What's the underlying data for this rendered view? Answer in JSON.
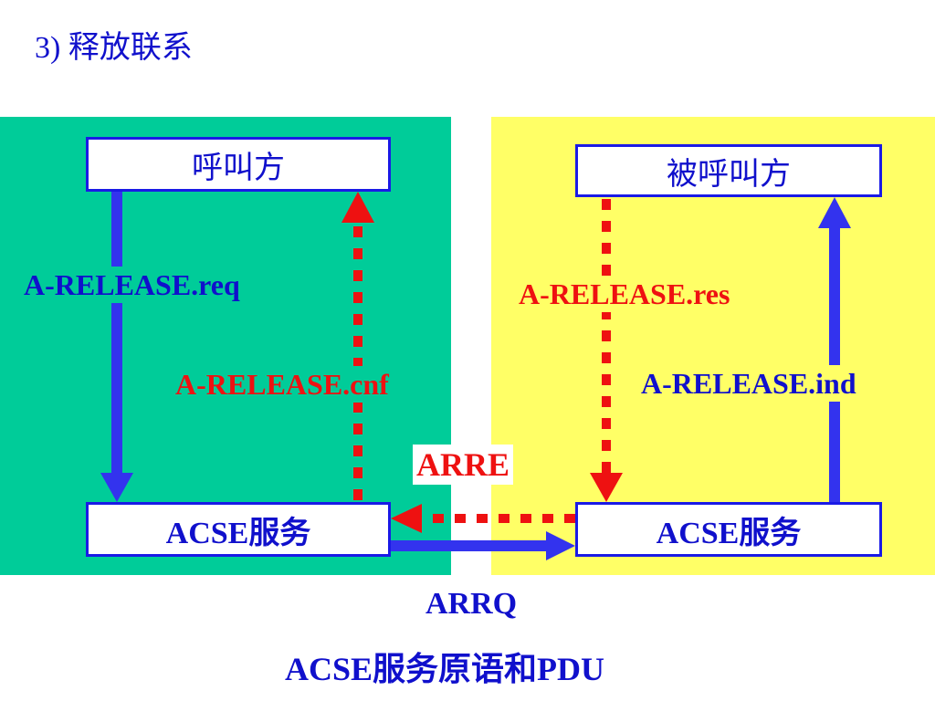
{
  "title": "3) 释放联系",
  "boxes": {
    "caller": "呼叫方",
    "callee": "被呼叫方",
    "acse_left": "ACSE服务",
    "acse_right": "ACSE服务"
  },
  "primitives": {
    "req": "A-RELEASE.req",
    "cnf": "A-RELEASE.cnf",
    "res": "A-RELEASE.res",
    "ind": "A-RELEASE.ind"
  },
  "pdus": {
    "arre": "ARRE",
    "arrq": "ARRQ"
  },
  "caption": "ACSE服务原语和PDU",
  "colors": {
    "left_panel": "#00cc99",
    "right_panel": "#ffff66",
    "blue": "#1010cc",
    "arrow_blue": "#3333ee",
    "red": "#ee1111"
  }
}
